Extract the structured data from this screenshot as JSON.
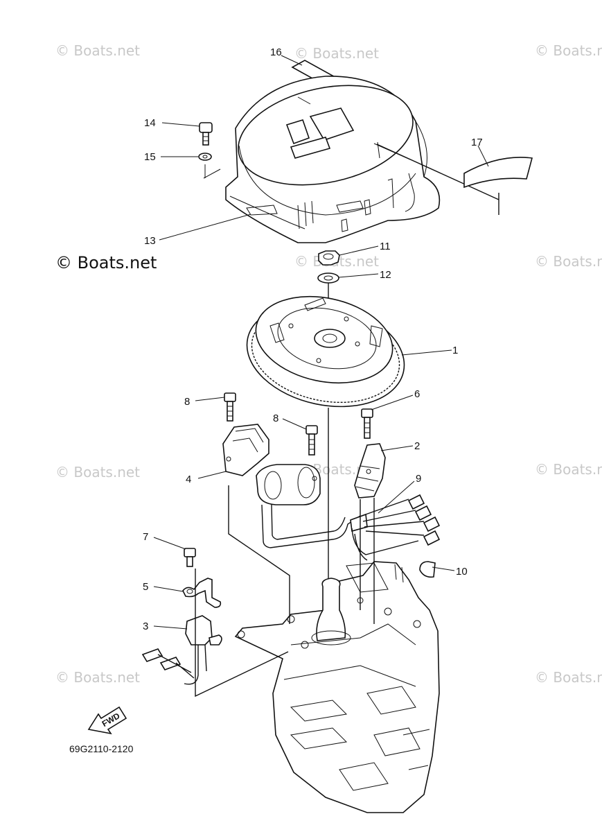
{
  "watermark": "© Boats.net",
  "diagram_code": "69G2110-2120",
  "fwd_label": "FWD",
  "callouts": {
    "p1": "1",
    "p2": "2",
    "p3": "3",
    "p4": "4",
    "p5": "5",
    "p6": "6",
    "p7": "7",
    "p8a": "8",
    "p8b": "8",
    "p9": "9",
    "p10": "10",
    "p11": "11",
    "p12": "12",
    "p13": "13",
    "p14": "14",
    "p15": "15",
    "p16": "16",
    "p17": "17"
  }
}
